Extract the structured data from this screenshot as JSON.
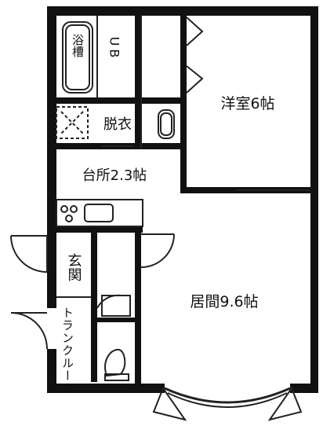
{
  "plan": {
    "rooms": {
      "western_room": "洋室6帖",
      "living_room": "居間9.6帖",
      "kitchen": "台所2.3帖",
      "dressing": "脱衣",
      "entrance": "玄関",
      "trunk_room": "トランクルーム",
      "bathtub": "浴槽",
      "unit_bath": "UB"
    },
    "colors": {
      "wall": "#111111",
      "line": "#222222",
      "background": "#ffffff"
    }
  }
}
